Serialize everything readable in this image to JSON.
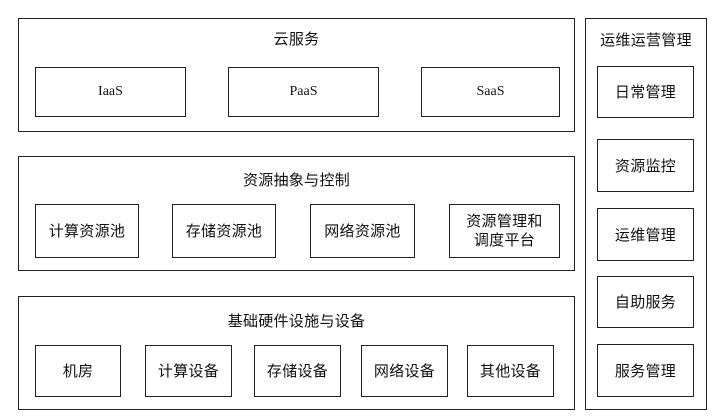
{
  "cloud_services": {
    "title": "云服务",
    "items": [
      {
        "label": "IaaS"
      },
      {
        "label": "PaaS"
      },
      {
        "label": "SaaS"
      }
    ]
  },
  "resource_abstraction": {
    "title": "资源抽象与控制",
    "items": [
      {
        "label": "计算资源池"
      },
      {
        "label": "存储资源池"
      },
      {
        "label": "网络资源池"
      },
      {
        "label": "资源管理和调度平台"
      }
    ]
  },
  "infrastructure": {
    "title": "基础硬件设施与设备",
    "items": [
      {
        "label": "机房"
      },
      {
        "label": "计算设备"
      },
      {
        "label": "存储设备"
      },
      {
        "label": "网络设备"
      },
      {
        "label": "其他设备"
      }
    ]
  },
  "operations": {
    "title": "运维运营管理",
    "items": [
      {
        "label": "日常管理"
      },
      {
        "label": "资源监控"
      },
      {
        "label": "运维管理"
      },
      {
        "label": "自助服务"
      },
      {
        "label": "服务管理"
      }
    ]
  }
}
